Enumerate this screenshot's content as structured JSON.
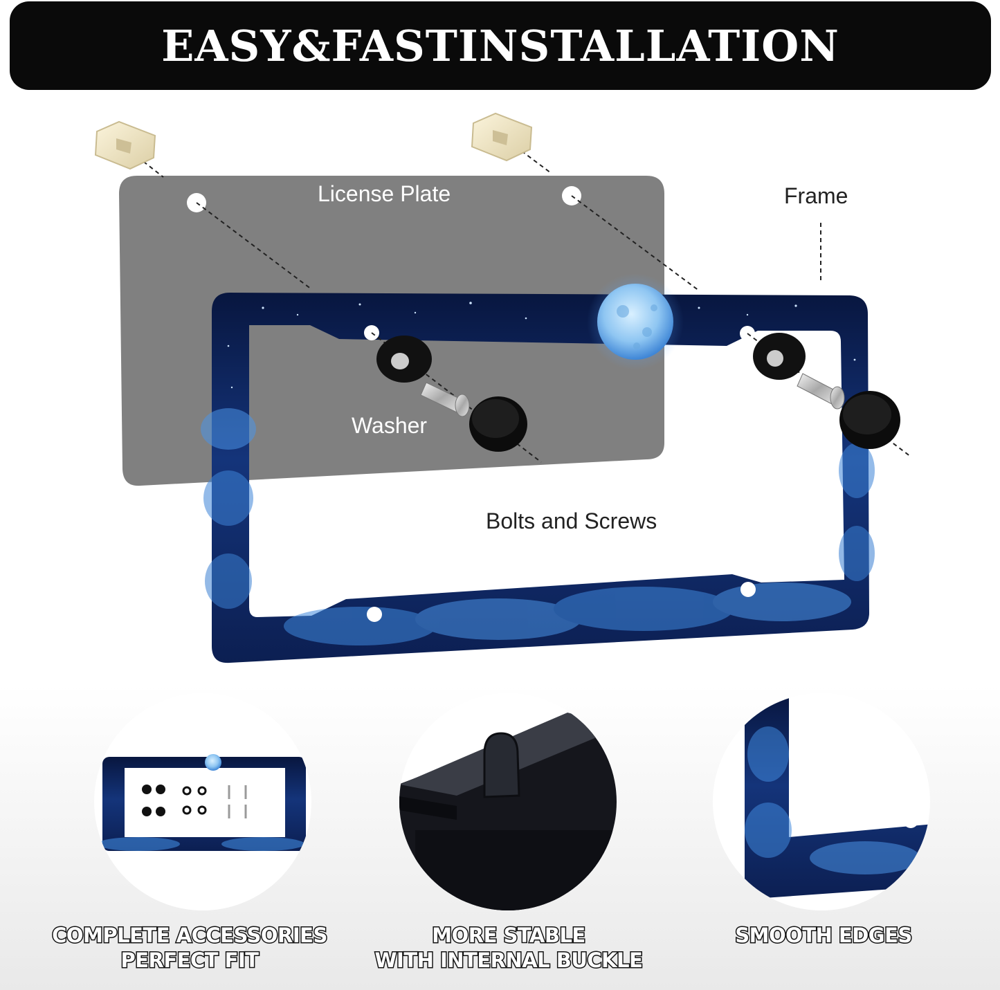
{
  "title": "EASY&FASTINSTALLATION",
  "labels": {
    "license_plate": "License Plate",
    "frame": "Frame",
    "washer": "Washer",
    "bolts": "Bolts and Screws"
  },
  "captions": {
    "accessories_line1": "COMPLETE ACCESSORIES",
    "accessories_line2": "PERFECT FIT",
    "stable_line1": "MORE STABLE",
    "stable_line2": "WITH INTERNAL BUCKLE",
    "edges": "SMOOTH EDGES"
  },
  "colors": {
    "banner": "#0a0a0a",
    "plate": "#7f7f7f",
    "frame_dark": "#0d1d4a",
    "frame_light": "#2b6cc8",
    "moon": "#9fd4ff",
    "clip": "#f0e6c8",
    "washer": "#111111"
  },
  "icons": [
    "clip-icon",
    "washer-icon",
    "screw-icon",
    "moon-icon"
  ]
}
